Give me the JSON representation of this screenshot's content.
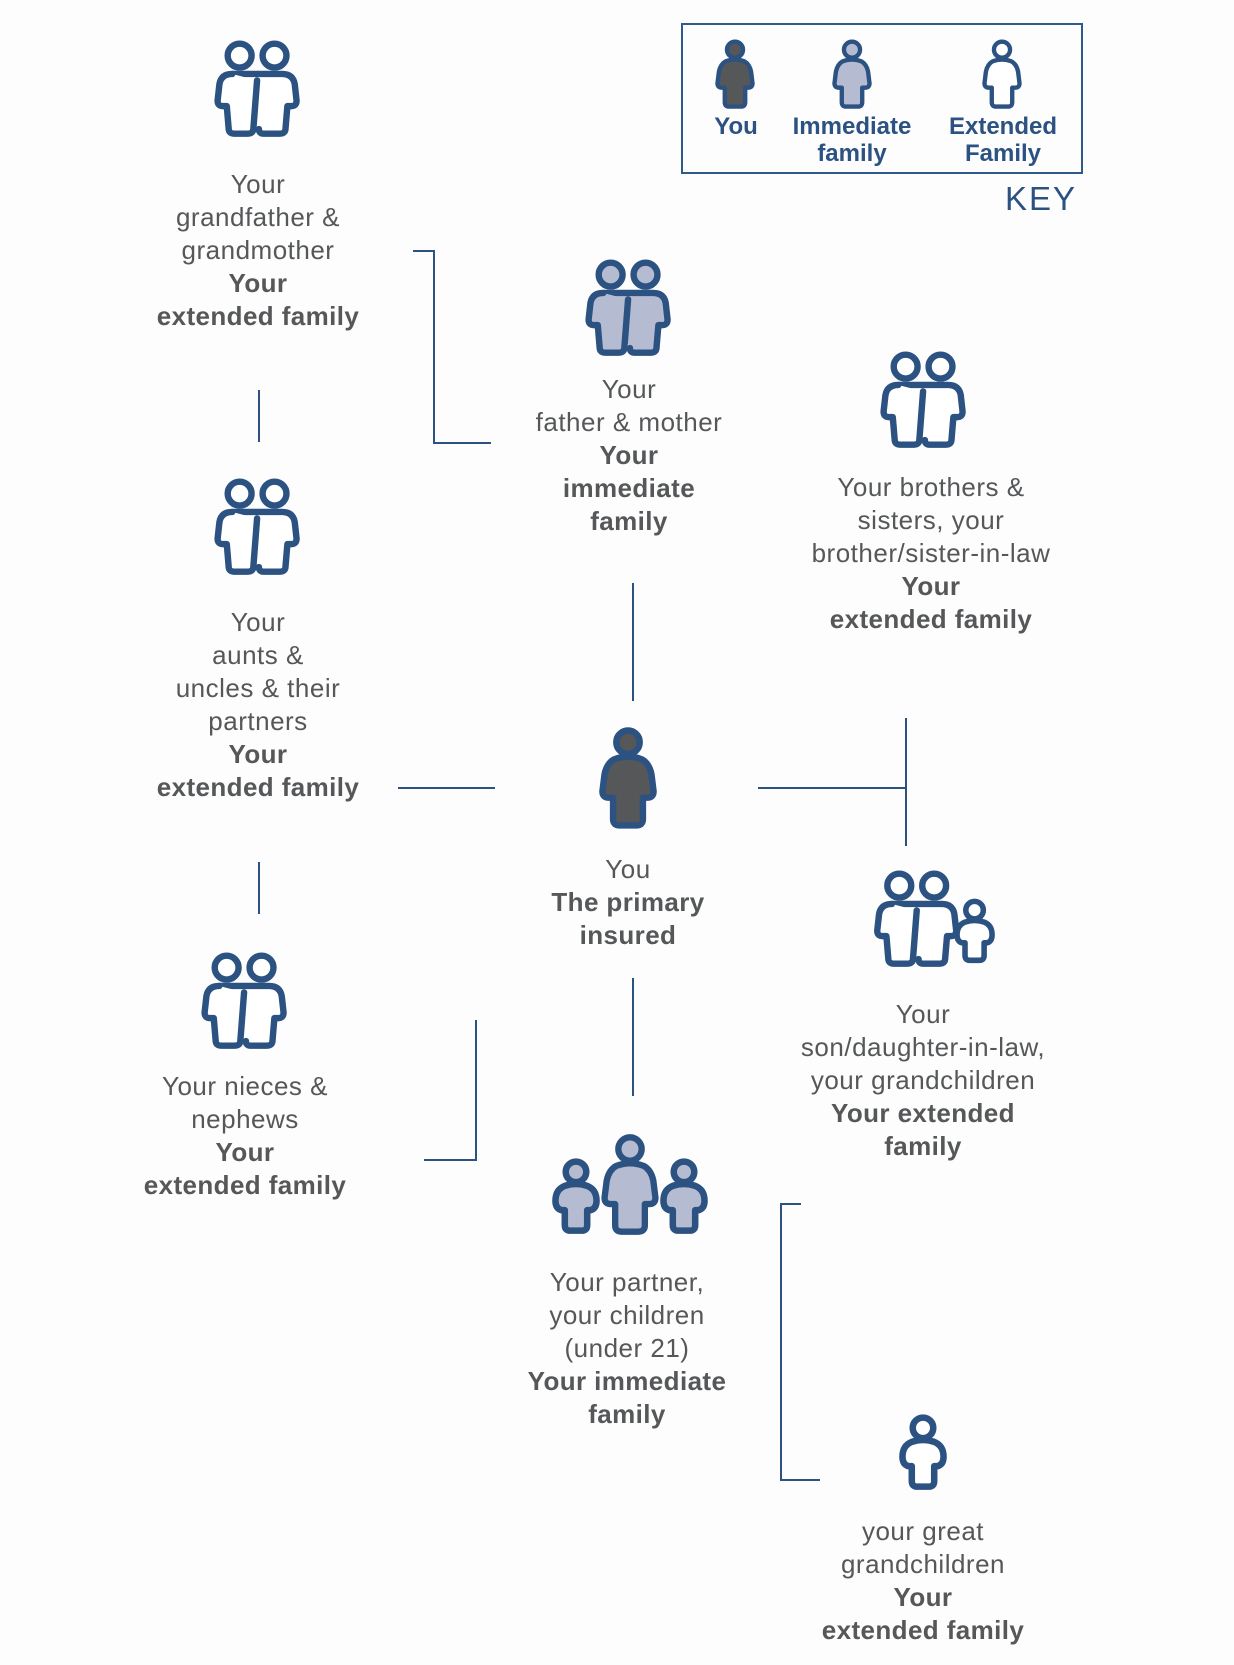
{
  "colors": {
    "outline": "#2c5282",
    "you_fill": "#555759",
    "immediate_fill": "#b5bcd2",
    "extended_fill": "#ffffff",
    "text": "#555759",
    "key": "#2c5282"
  },
  "key": {
    "title": "KEY",
    "items": [
      {
        "label_line1": "You",
        "label_line2": "",
        "icon": "person-dark-icon"
      },
      {
        "label_line1": "Immediate",
        "label_line2": "family",
        "icon": "person-light-icon"
      },
      {
        "label_line1": "Extended",
        "label_line2": "Family",
        "icon": "person-outline-icon"
      }
    ]
  },
  "nodes": {
    "grandparents": {
      "icon": "couple-outline-icon",
      "lines": [
        "Your",
        "grandfather &",
        "grandmother"
      ],
      "category": [
        "Your",
        "extended family"
      ]
    },
    "aunts_uncles": {
      "icon": "couple-outline-icon",
      "lines": [
        "Your",
        "aunts &",
        "uncles & their",
        "partners"
      ],
      "category": [
        "Your",
        "extended family"
      ]
    },
    "nieces_nephews": {
      "icon": "couple-outline-icon",
      "lines": [
        "Your nieces &",
        "nephews"
      ],
      "category": [
        "Your",
        "extended family"
      ]
    },
    "parents": {
      "icon": "couple-filled-icon",
      "lines": [
        "Your",
        "father & mother"
      ],
      "category": [
        "Your",
        "immediate",
        "family"
      ]
    },
    "siblings": {
      "icon": "couple-outline-icon",
      "lines": [
        "Your brothers &",
        "sisters, your",
        "brother/sister-in-law"
      ],
      "category": [
        "Your",
        "extended family"
      ]
    },
    "you": {
      "icon": "person-dark-icon",
      "lines": [
        "You"
      ],
      "category": [
        "The primary",
        "insured"
      ]
    },
    "inlaws_grandchildren": {
      "icon": "family-outline-icon",
      "lines": [
        "Your",
        "son/daughter-in-law,",
        "your grandchildren"
      ],
      "category": [
        "Your extended",
        "family"
      ]
    },
    "partner_children": {
      "icon": "family-filled-icon",
      "lines": [
        "Your partner,",
        "your children",
        "(under 21)"
      ],
      "category": [
        "Your immediate",
        "family"
      ]
    },
    "great_grandchildren": {
      "icon": "child-outline-icon",
      "lines": [
        "your great",
        "grandchildren"
      ],
      "category": [
        "Your",
        "extended family"
      ]
    }
  }
}
